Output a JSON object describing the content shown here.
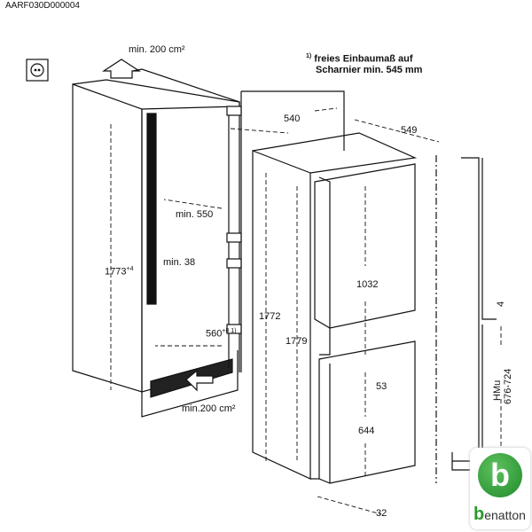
{
  "diagram_id": "AARF030D000004",
  "footnote": {
    "marker": "1)",
    "line1": "freies Einbaumaß auf",
    "line2": "Scharnier min. 545 mm"
  },
  "labels": {
    "vent_top": "min. 200 cm²",
    "vent_bottom": "min.200 cm²",
    "niche_depth": "540",
    "appliance_depth": "549",
    "min_550": "min. 550",
    "niche_height": "1773",
    "niche_height_tol": "+4",
    "min_38": "min. 38",
    "niche_width": "560",
    "niche_width_tol": "+8 1)",
    "appliance_height": "1772",
    "door_height_total": "1779",
    "upper_door": "1032",
    "gap_53": "53",
    "lower_door": "644",
    "bottom_32": "32",
    "gap_4": "4",
    "hmu_label": "HMu",
    "hmu_range": "676-724"
  },
  "logo": {
    "letter": "b",
    "brand_first": "b",
    "brand_rest": "enatton",
    "color": "#2a9a2a"
  }
}
